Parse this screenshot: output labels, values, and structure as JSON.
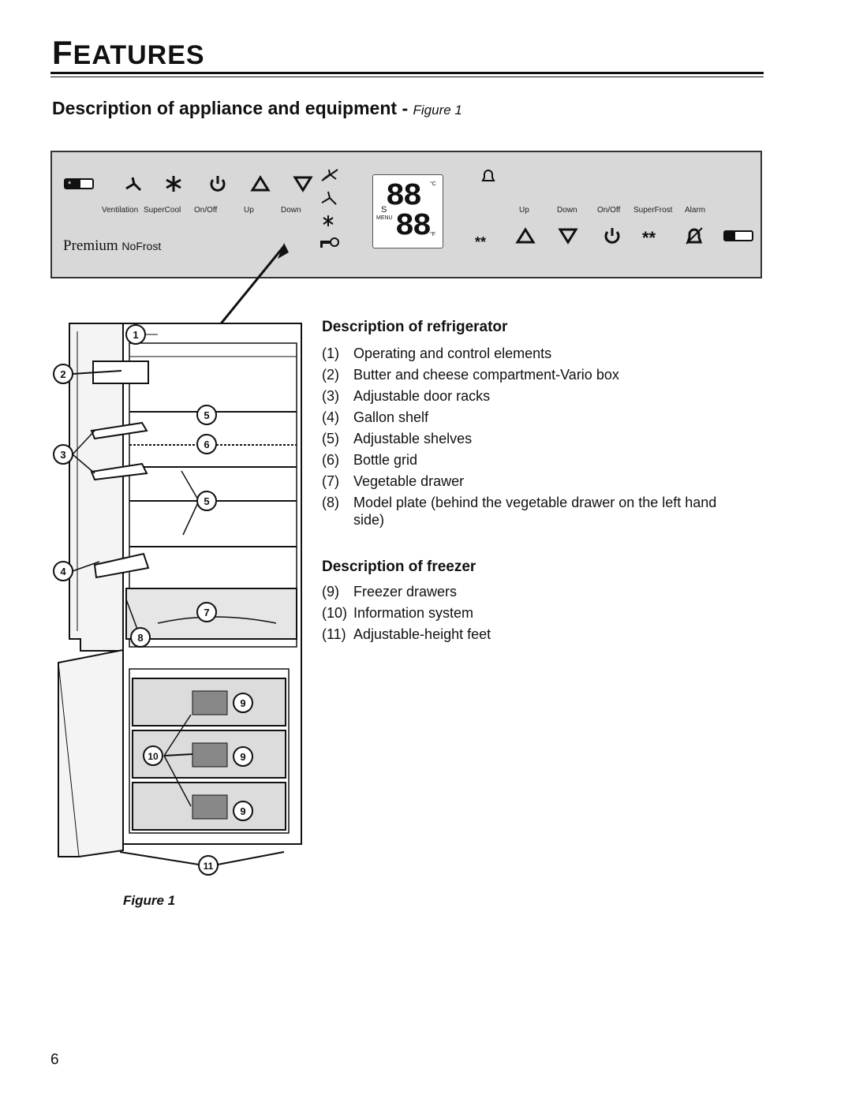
{
  "page": {
    "title_first": "F",
    "title_rest": "EATURES",
    "section_title": "Description of appliance and equipment - ",
    "section_fig_ref": "Figure 1",
    "page_number": "6"
  },
  "panel": {
    "left_labels": [
      "Ventilation",
      "SuperCool",
      "On/Off",
      "Up",
      "Down"
    ],
    "right_labels": [
      "Up",
      "Down",
      "On/Off",
      "SuperFrost",
      "Alarm"
    ],
    "brand": "Premium",
    "brand_sub": "NoFrost",
    "display": {
      "digits_top": "88",
      "digits_bottom": "88",
      "unit_c": "°C",
      "unit_f": "°F",
      "s_label": "S",
      "menu_label": "MENU"
    }
  },
  "refrigerator": {
    "heading": "Description of refrigerator",
    "items": [
      {
        "num": "(1)",
        "text": "Operating and control elements"
      },
      {
        "num": "(2)",
        "text": "Butter and cheese compartment-Vario box"
      },
      {
        "num": "(3)",
        "text": "Adjustable door racks"
      },
      {
        "num": "(4)",
        "text": "Gallon shelf"
      },
      {
        "num": "(5)",
        "text": "Adjustable shelves"
      },
      {
        "num": "(6)",
        "text": "Bottle grid"
      },
      {
        "num": "(7)",
        "text": "Vegetable drawer"
      },
      {
        "num": "(8)",
        "text": "Model plate (behind the vegetable drawer on the left hand side)"
      }
    ]
  },
  "freezer": {
    "heading": "Description of freezer",
    "items": [
      {
        "num": "(9)",
        "text": "Freezer drawers"
      },
      {
        "num": "(10)",
        "text": "Information system"
      },
      {
        "num": "(11)",
        "text": "Adjustable-height feet"
      }
    ]
  },
  "figure": {
    "caption": "Figure 1",
    "callouts": [
      "1",
      "2",
      "3",
      "4",
      "5",
      "6",
      "5",
      "7",
      "8",
      "9",
      "10",
      "9",
      "9",
      "11"
    ]
  }
}
